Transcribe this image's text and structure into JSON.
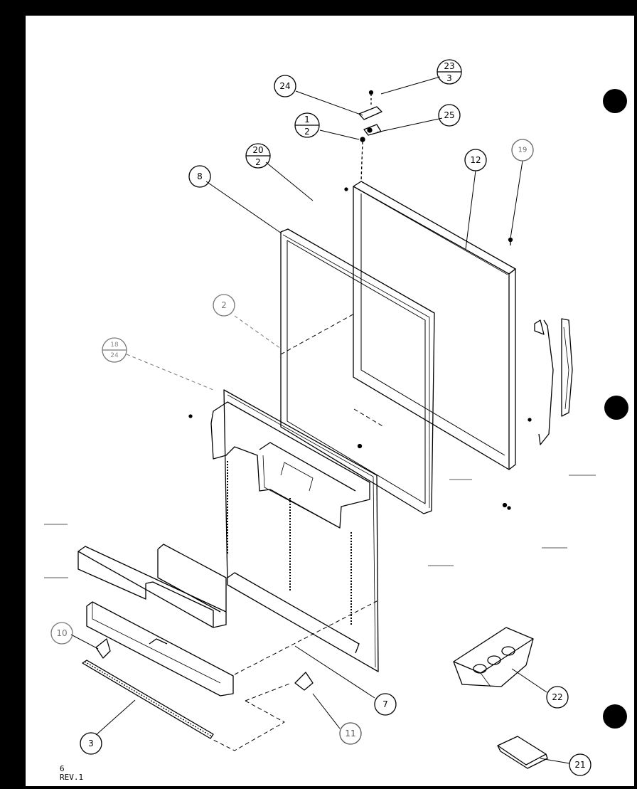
{
  "callouts": [
    {
      "id": "24",
      "kind": "single"
    },
    {
      "id": "25",
      "kind": "single"
    },
    {
      "id": "12",
      "kind": "single"
    },
    {
      "id": "19",
      "kind": "single"
    },
    {
      "id": "8",
      "kind": "single"
    },
    {
      "id": "2",
      "kind": "single"
    },
    {
      "id": "7",
      "kind": "single"
    },
    {
      "id": "22",
      "kind": "single"
    },
    {
      "id": "11",
      "kind": "single"
    },
    {
      "id": "10",
      "kind": "single"
    },
    {
      "id": "3",
      "kind": "single"
    },
    {
      "id": "21",
      "kind": "single"
    }
  ],
  "fraction_callouts": [
    {
      "top": "23",
      "bottom": "3"
    },
    {
      "top": "1",
      "bottom": "2"
    },
    {
      "top": "20",
      "bottom": "2"
    },
    {
      "top": "18",
      "bottom": "24"
    }
  ],
  "footer": {
    "page_number": "6",
    "revision": "REV.1"
  }
}
